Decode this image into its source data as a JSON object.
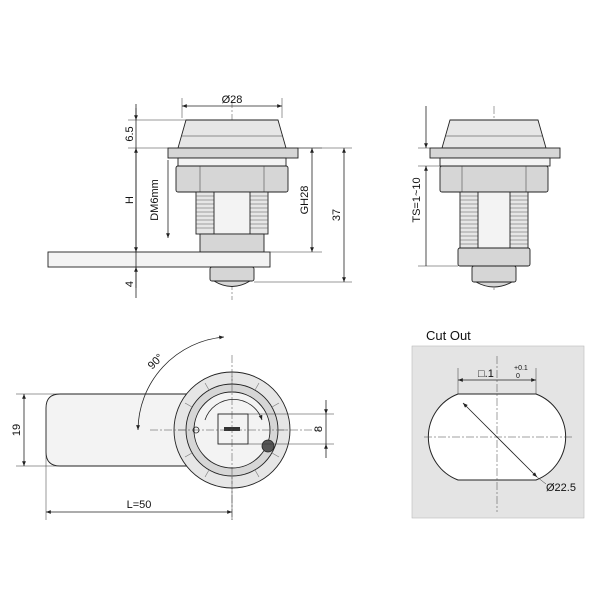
{
  "labels": {
    "dia28": "Ø28",
    "d6_5": "6.5",
    "h": "H",
    "dm6": "DM6mm",
    "d4": "4",
    "gh28": "GH28",
    "d37": "37",
    "ts": "TS=1~10",
    "angle90": "90°",
    "d19": "19",
    "l50": "L=50",
    "d8": "8",
    "cutout_title": "Cut Out",
    "square_sym": "□.1",
    "tol_plus": "+0.1",
    "tol_zero": "0",
    "dia22_5": "Ø22.5"
  },
  "colors": {
    "background": "#ffffff",
    "line": "#222222",
    "part_fill": "#d6d6d6",
    "cutout_panel": "#e4e4e4"
  }
}
